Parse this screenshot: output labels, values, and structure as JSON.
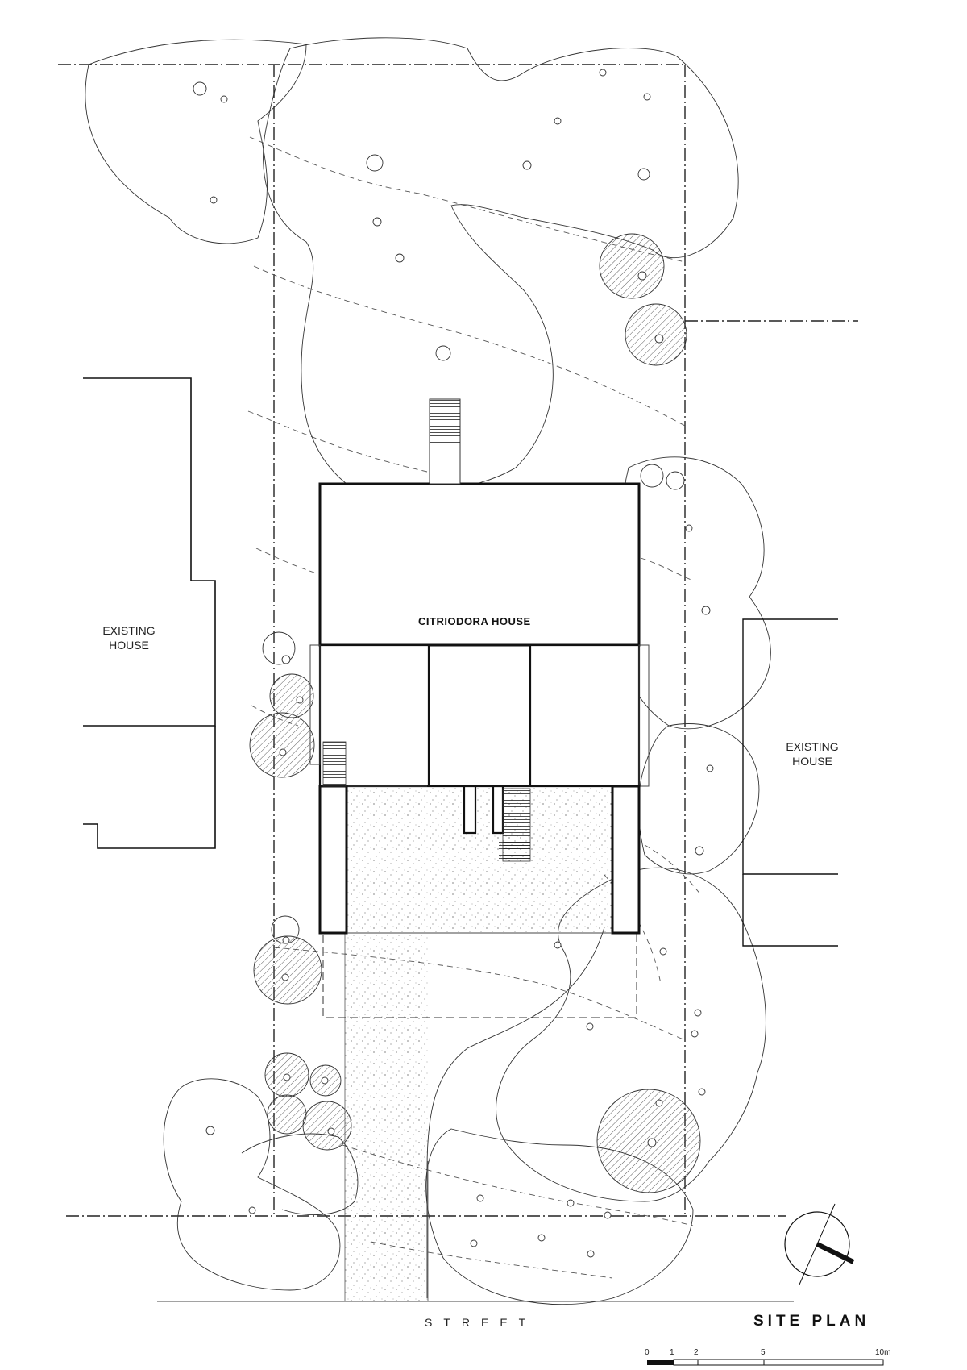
{
  "labels": {
    "building": "CITRIODORA HOUSE",
    "neighbour_left": "EXISTING\nHOUSE",
    "neighbour_right": "EXISTING\nHOUSE",
    "street": "STREET",
    "title": "SITE PLAN"
  },
  "scale_bar": {
    "ticks": [
      "0",
      "1",
      "2",
      "5",
      "10m"
    ]
  },
  "north_arrow": {
    "icon": "north-arrow-icon"
  }
}
